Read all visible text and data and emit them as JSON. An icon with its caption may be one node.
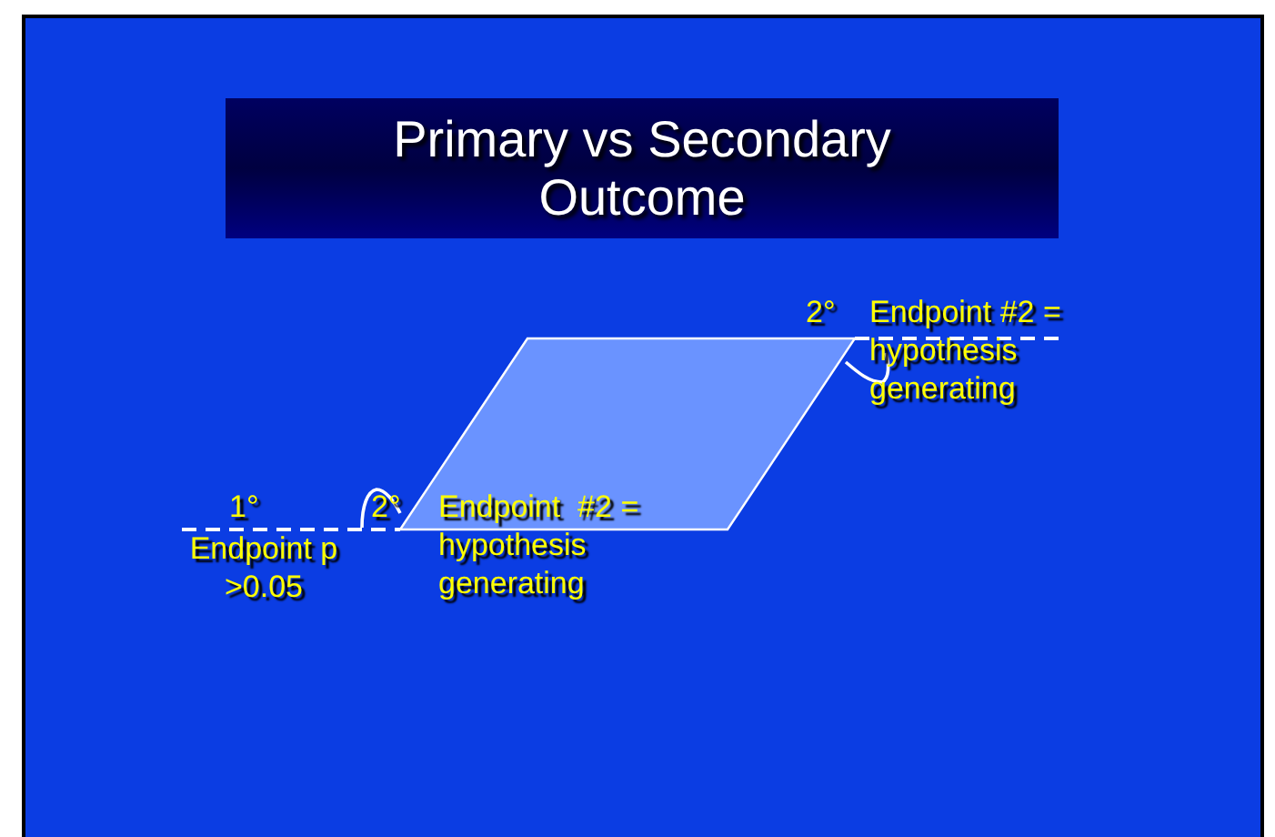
{
  "diagram": {
    "title": "Primary vs Secondary Outcome",
    "labels": [
      "2°",
      "Endpoint #2 = hypothesis generating",
      "1°",
      "2°",
      "Endpoint  #2 = hypothesis generating",
      "Endpoint p >0.05"
    ]
  }
}
